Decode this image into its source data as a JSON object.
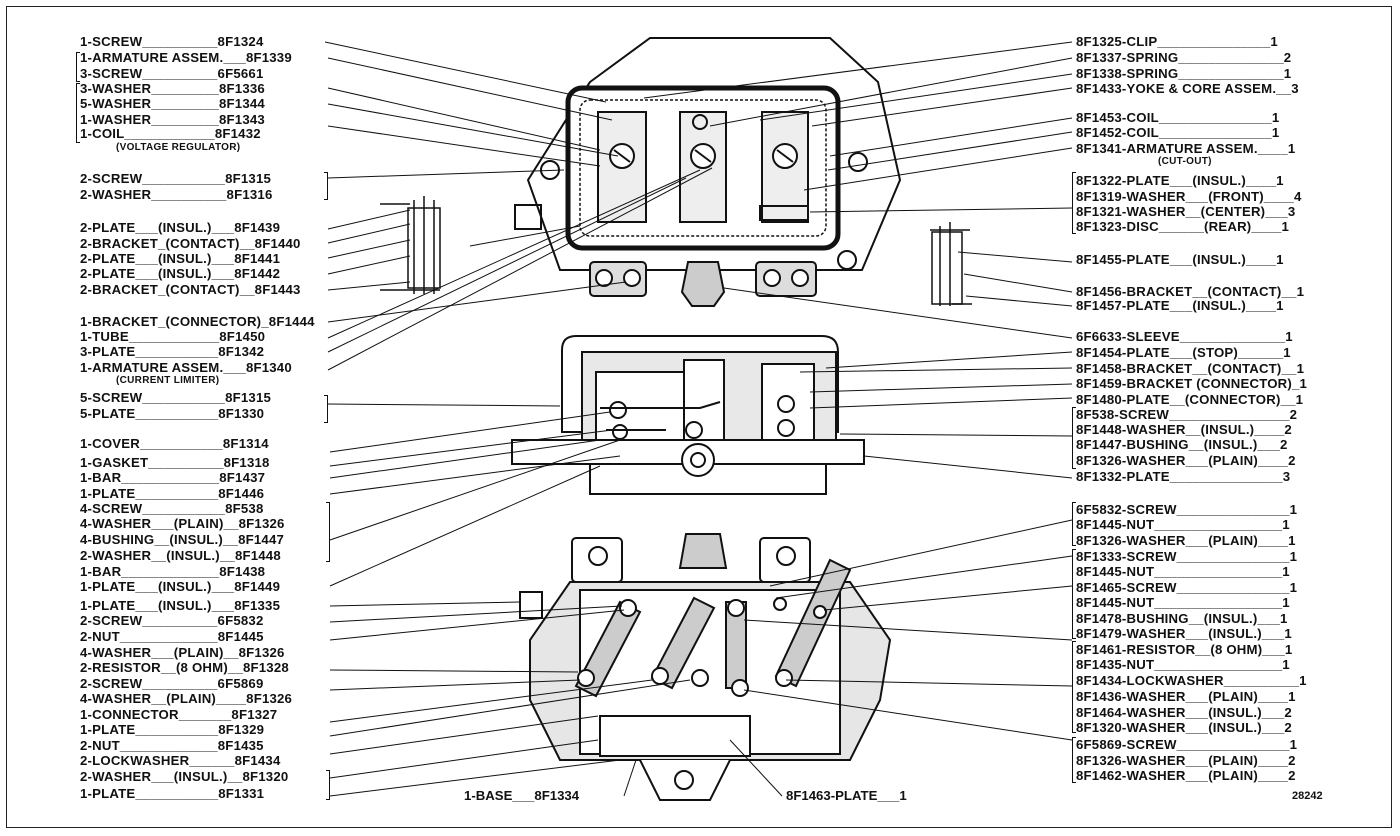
{
  "left_labels": [
    "1-SCREW__________8F1324",
    "1-ARMATURE ASSEM.___8F1339",
    "3-SCREW__________6F5661",
    "3-WASHER_________8F1336",
    "5-WASHER_________8F1344",
    "1-WASHER_________8F1343",
    "1-COIL____________8F1432",
    "2-SCREW___________8F1315",
    "2-WASHER__________8F1316",
    "2-PLATE___(INSUL.)___8F1439",
    "2-BRACKET_(CONTACT)__8F1440",
    "2-PLATE___(INSUL.)___8F1441",
    "2-PLATE___(INSUL.)___8F1442",
    "2-BRACKET_(CONTACT)__8F1443",
    "1-BRACKET_(CONNECTOR)_8F1444",
    "1-TUBE____________8F1450",
    "3-PLATE___________8F1342",
    "1-ARMATURE ASSEM.___8F1340",
    "5-SCREW___________8F1315",
    "5-PLATE___________8F1330",
    "1-COVER___________8F1314",
    "1-GASKET__________8F1318",
    "1-BAR_____________8F1437",
    "1-PLATE___________8F1446",
    "4-SCREW___________8F538",
    "4-WASHER___(PLAIN)__8F1326",
    "4-BUSHING__(INSUL.)__8F1447",
    "2-WASHER__(INSUL.)__8F1448",
    "1-BAR_____________8F1438",
    "1-PLATE___(INSUL.)___8F1449",
    "1-PLATE___(INSUL.)___8F1335",
    "2-SCREW__________6F5832",
    "2-NUT_____________8F1445",
    "4-WASHER___(PLAIN)__8F1326",
    "2-RESISTOR__(8 OHM)__8F1328",
    "2-SCREW__________6F5869",
    "4-WASHER__(PLAIN)____8F1326",
    "1-CONNECTOR_______8F1327",
    "1-PLATE___________8F1329",
    "2-NUT_____________8F1435",
    "2-LOCKWASHER______8F1434",
    "2-WASHER___(INSUL.)__8F1320",
    "1-PLATE___________8F1331"
  ],
  "left_notes": [
    "(VOLTAGE REGULATOR)",
    "(CURRENT LIMITER)"
  ],
  "right_labels": [
    "8F1325-CLIP_______________1",
    "8F1337-SPRING______________2",
    "8F1338-SPRING______________1",
    "8F1433-YOKE & CORE ASSEM.__3",
    "8F1453-COIL_______________1",
    "8F1452-COIL_______________1",
    "8F1341-ARMATURE ASSEM.____1",
    "8F1322-PLATE___(INSUL.)____1",
    "8F1319-WASHER___(FRONT)____4",
    "8F1321-WASHER__(CENTER)___3",
    "8F1323-DISC______(REAR)____1",
    "8F1455-PLATE___(INSUL.)____1",
    "8F1456-BRACKET__(CONTACT)__1",
    "8F1457-PLATE___(INSUL.)____1",
    "6F6633-SLEEVE______________1",
    "8F1454-PLATE___(STOP)______1",
    "8F1458-BRACKET__(CONTACT)__1",
    "8F1459-BRACKET (CONNECTOR)_1",
    "8F1480-PLATE__(CONNECTOR)__1",
    "8F538-SCREW________________2",
    "8F1448-WASHER__(INSUL.)____2",
    "8F1447-BUSHING__(INSUL.)___2",
    "8F1326-WASHER___(PLAIN)____2",
    "8F1332-PLATE_______________3",
    "6F5832-SCREW_______________1",
    "8F1445-NUT_________________1",
    "8F1326-WASHER___(PLAIN)____1",
    "8F1333-SCREW_______________1",
    "8F1445-NUT_________________1",
    "8F1465-SCREW_______________1",
    "8F1445-NUT_________________1",
    "8F1478-BUSHING__(INSUL.)___1",
    "8F1479-WASHER___(INSUL.)___1",
    "8F1461-RESISTOR__(8 OHM)___1",
    "8F1435-NUT_________________1",
    "8F1434-LOCKWASHER__________1",
    "8F1436-WASHER___(PLAIN)____1",
    "8F1464-WASHER___(INSUL.)___2",
    "8F1320-WASHER___(INSUL.)___2",
    "6F5869-SCREW_______________1",
    "8F1326-WASHER___(PLAIN)____2",
    "8F1462-WASHER___(PLAIN)____2"
  ],
  "right_notes": [
    "(CUT-OUT)"
  ],
  "bottom": {
    "base": "1-BASE___8F1334",
    "plate": "8F1463-PLATE___1",
    "drawing_number": "28242"
  }
}
